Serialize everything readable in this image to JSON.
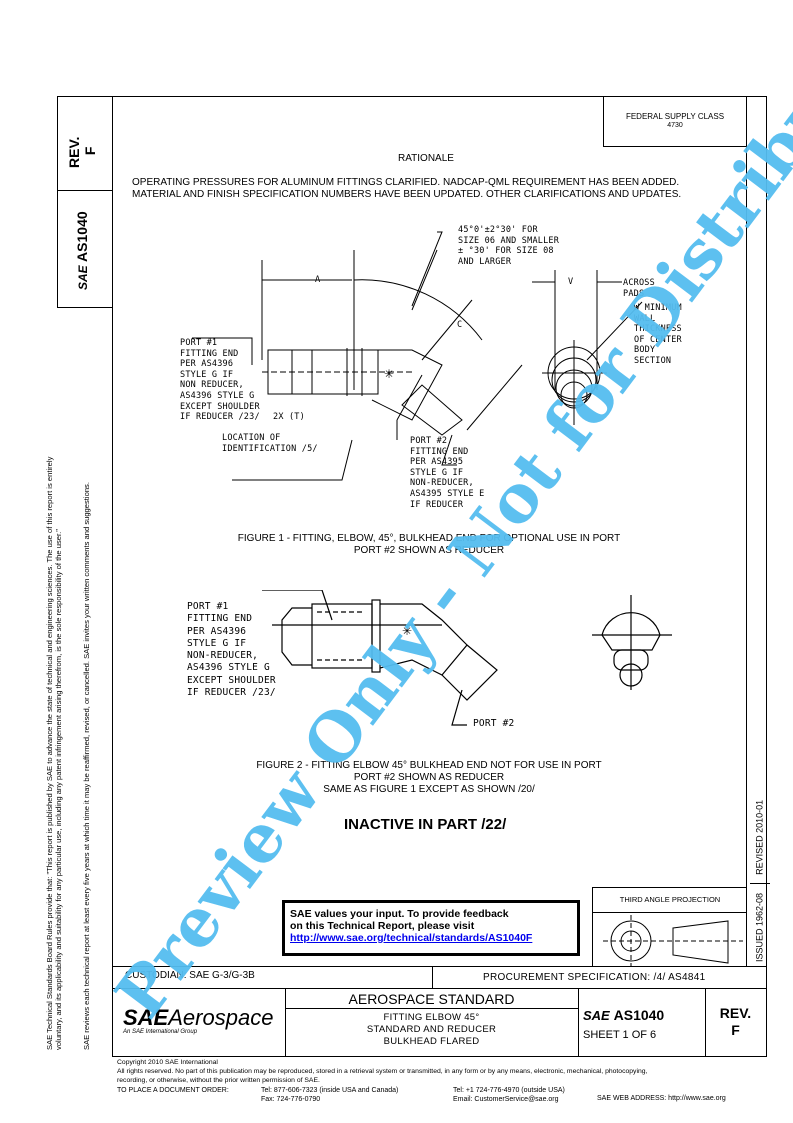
{
  "side_strip": {
    "rev_label": "REV.",
    "rev_value": "F",
    "doc_number": "AS1040",
    "sae_mark": "SAE",
    "notice_1": "SAE Technical Standards Board Rules provide that: \"This report is published by SAE to advance the state of technical and engineering sciences. The use of this report is entirely",
    "notice_2": "voluntary, and its applicability and suitability for any particular use, including any patent infringement arising therefrom, is the sole responsibility of the user.\"",
    "notice_3": "SAE reviews each technical report at least every five years at which time it may be reaffirmed, revised, or cancelled. SAE invites your written comments and suggestions."
  },
  "federal_supply": {
    "label": "FEDERAL SUPPLY CLASS",
    "value": "4730"
  },
  "rationale": {
    "heading": "RATIONALE",
    "line1": "OPERATING PRESSURES FOR ALUMINUM FITTINGS CLARIFIED.  NADCAP-QML REQUIREMENT HAS BEEN ADDED.",
    "line2": "MATERIAL AND FINISH SPECIFICATION NUMBERS HAVE BEEN UPDATED. OTHER CLARIFICATIONS AND UPDATES."
  },
  "figure1": {
    "angle_note": "45°0'±2°30' FOR\nSIZE 06 AND SMALLER\n± °30' FOR SIZE 08\nAND LARGER",
    "dim_a": "A",
    "dim_c": "C",
    "dim_v": "V",
    "across_pads": "ACROSS\nPADS",
    "wall_note": "W MINIMUM\nWALL\nTHICKNESS\nOF CENTER\nBODY\nSECTION",
    "port1_note": "PORT #1\nFITTING END\nPER AS4396\nSTYLE G IF\nNON REDUCER,\nAS4396 STYLE G\nEXCEPT SHOULDER\nIF REDUCER /23/",
    "thread_note": "2X (T)",
    "id_note": "LOCATION OF\nIDENTIFICATION /5/",
    "port2_note": "PORT #2\nFITTING END\nPER AS4395\nSTYLE G IF\nNON-REDUCER,\nAS4395 STYLE E\nIF REDUCER",
    "caption1": "FIGURE 1 - FITTING, ELBOW, 45°, BULKHEAD END FOR OPTIONAL USE IN PORT",
    "caption2": "PORT #2 SHOWN AS REDUCER"
  },
  "figure2": {
    "port1_note": "PORT #1\nFITTING END\nPER AS4396\nSTYLE G IF\nNON-REDUCER,\nAS4396 STYLE G\nEXCEPT SHOULDER\nIF REDUCER /23/",
    "port2_note": "PORT #2",
    "caption1": "FIGURE 2 - FITTING  ELBOW 45° BULKHEAD END NOT FOR USE IN PORT",
    "caption2": "PORT #2 SHOWN AS REDUCER",
    "caption3": "SAME AS FIGURE 1 EXCEPT AS SHOWN /20/",
    "inactive": "INACTIVE IN PART /22/"
  },
  "feedback": {
    "line1": "SAE values your input. To provide feedback",
    "line2": "on this Technical Report, please visit",
    "link": "http://www.sae.org/technical/standards/AS1040F"
  },
  "projection": {
    "label": "THIRD ANGLE PROJECTION"
  },
  "dates": {
    "issued": "ISSUED 1962-08",
    "revised": "REVISED 2010-01"
  },
  "title_block": {
    "custodian": "CUSTODIAN: SAE G-3/G-3B",
    "procurement": "PROCUREMENT SPECIFICATION: /4/ AS4841",
    "logo_sae": "SAE",
    "logo_word": "Aerospace",
    "logo_sub": "An SAE International Group",
    "standard_type": "AEROSPACE STANDARD",
    "title1": "FITTING  ELBOW 45°",
    "title2": "STANDARD AND REDUCER",
    "title3": "BULKHEAD  FLARED",
    "doc_sae": "SAE",
    "doc_number": "AS1040",
    "sheet": "SHEET 1 OF 6",
    "rev_label": "REV.",
    "rev_value": "F"
  },
  "footer": {
    "copyright": "Copyright 2010 SAE International",
    "rights1": "All rights reserved. No part of this publication may be reproduced, stored in a retrieval system or transmitted, in any form or by any means, electronic, mechanical, photocopying,",
    "rights2": "recording, or otherwise, without the prior written permission of SAE.",
    "order_label": "TO PLACE A DOCUMENT ORDER:",
    "tel_us": "Tel: 877-606-7323 (inside USA and Canada)",
    "fax": "Fax: 724-776-0790",
    "tel_intl": "Tel: +1 724-776-4970 (outside USA)",
    "email": "Email: CustomerService@sae.org",
    "web": "SAE WEB ADDRESS: http://www.sae.org"
  },
  "watermark": "Preview Only - Not for Distribution",
  "colors": {
    "watermark": "#55bdf0",
    "link": "#0000ee"
  }
}
